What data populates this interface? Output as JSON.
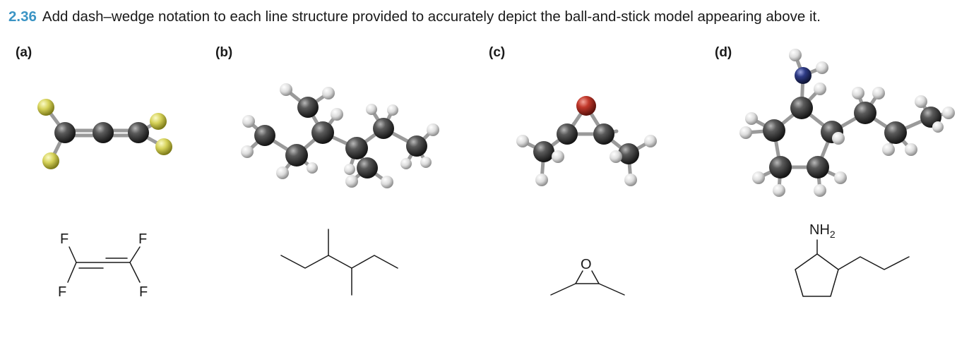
{
  "problem": {
    "number": "2.36",
    "text": "Add dash–wedge notation to each line structure provided to accurately depict the ball-and-stick model appearing above it."
  },
  "parts": [
    {
      "label": "(a)",
      "atoms": [
        "F",
        "F",
        "F",
        "F"
      ]
    },
    {
      "label": "(b)",
      "atoms": []
    },
    {
      "label": "(c)",
      "atoms": [
        "O"
      ]
    },
    {
      "label": "(d)",
      "atoms": [
        "NH",
        "2"
      ]
    }
  ],
  "colors": {
    "number": "#3b94c4",
    "carbon": "#3a3a3a",
    "hydrogen": "#e8e8e8",
    "fluorine": "#d9d65a",
    "oxygen": "#c0392b",
    "nitrogen": "#2d3a7a"
  }
}
